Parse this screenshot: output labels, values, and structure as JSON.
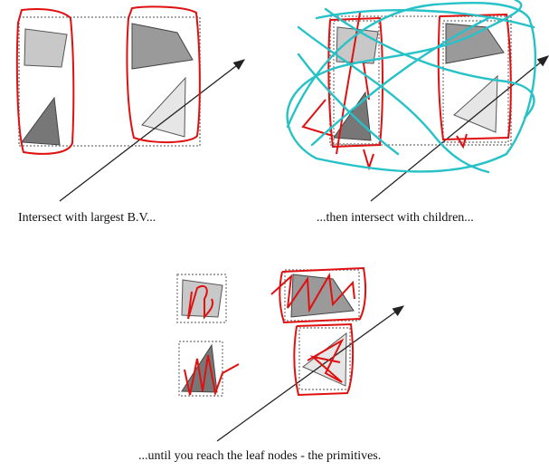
{
  "captions": {
    "step1": "Intersect with largest B.V...",
    "step2": "...then intersect with children...",
    "step3": "...until you reach the leaf nodes - the primitives."
  },
  "colors": {
    "light_shape": "#c8c8c8",
    "lighter_shape": "#e6e6e6",
    "medium_shape": "#9a9a9a",
    "dark_shape": "#777777",
    "bounding_box": "#888888",
    "ray": "#222222",
    "red_annotation": "#e01010",
    "cyan_annotation": "#27c2c8"
  }
}
